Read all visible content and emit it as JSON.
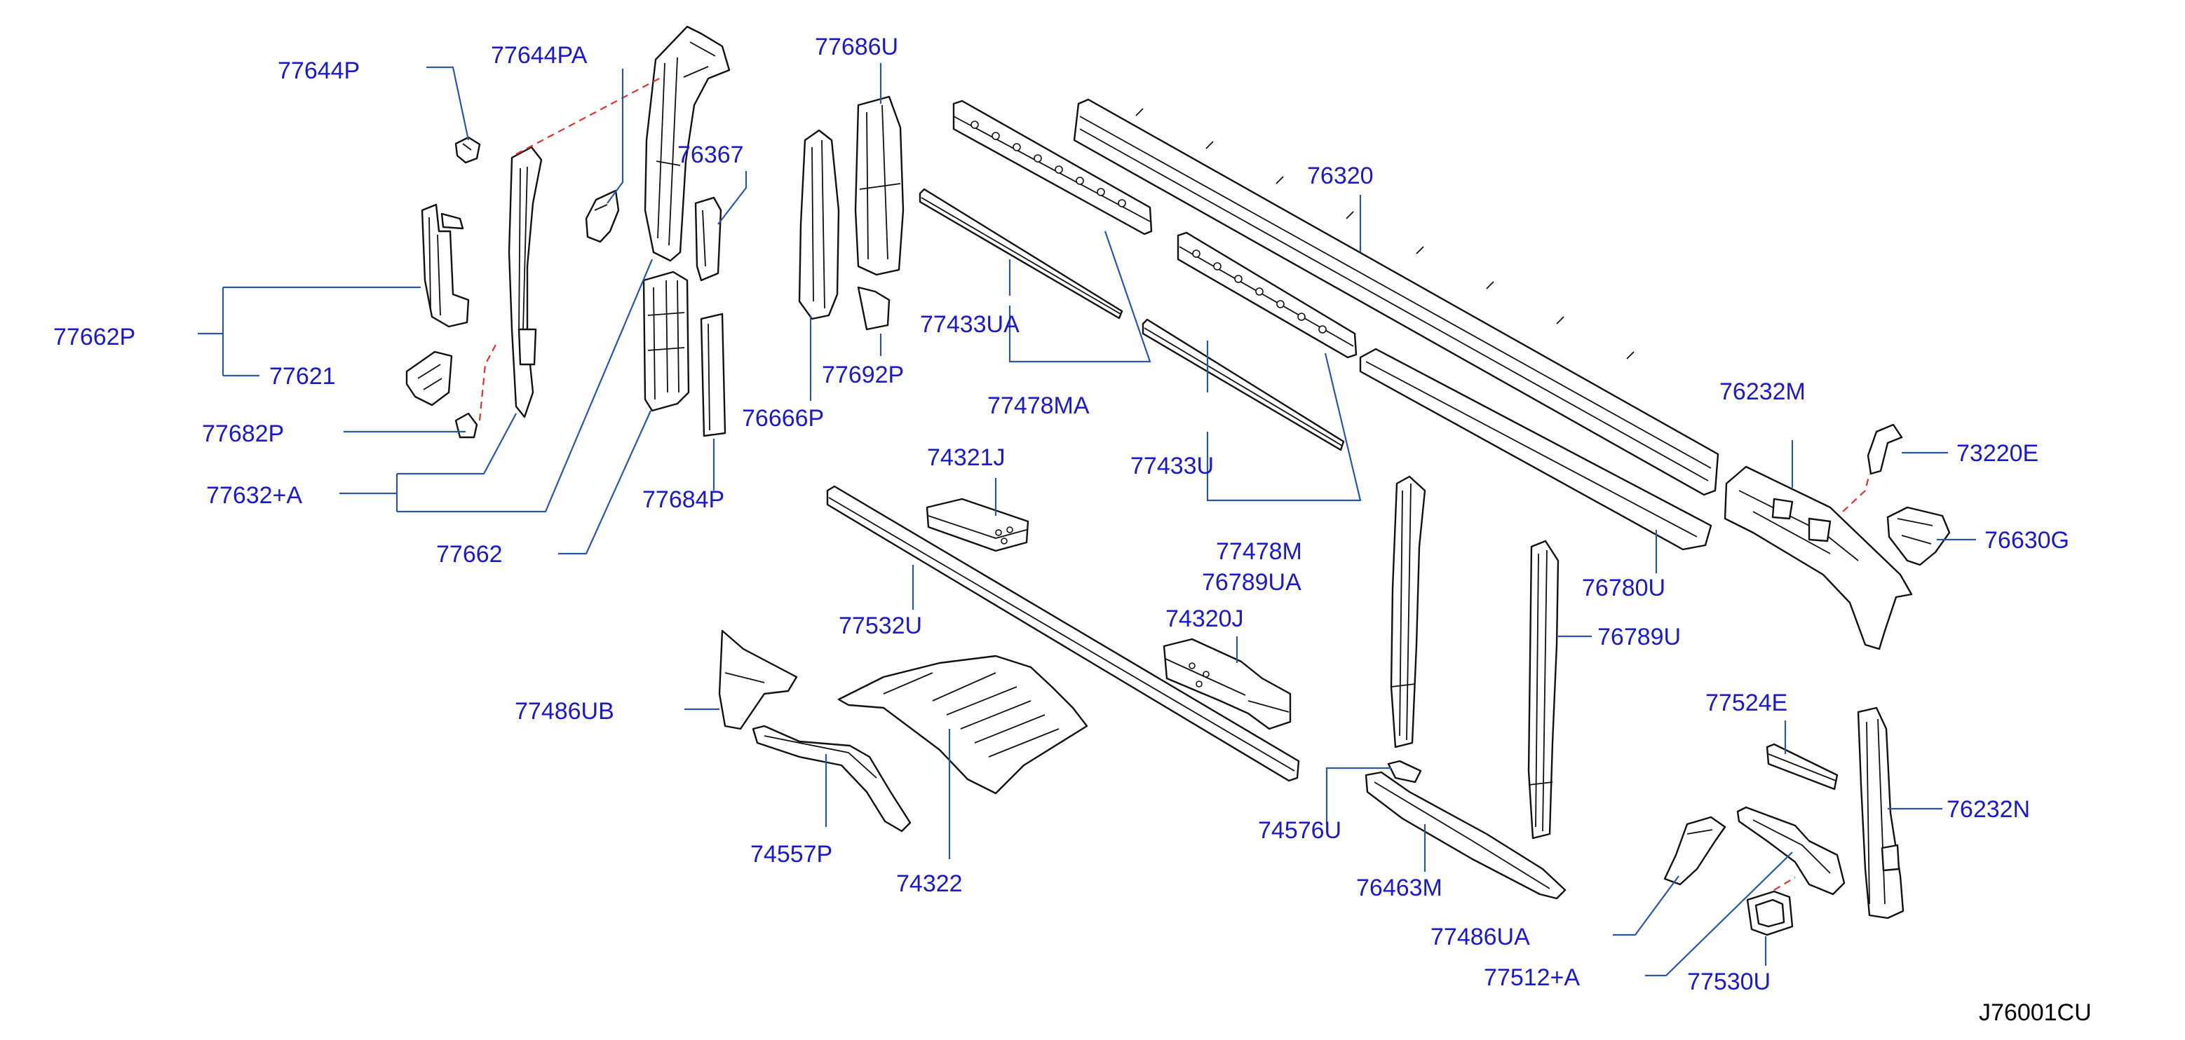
{
  "colors": {
    "label": "#1a1ac8",
    "leader": "#2a55a8",
    "part_outline": "#111111",
    "dashed_link": "#e03030"
  },
  "diagram_code": "J76001CU",
  "labels": {
    "p77644P": "77644P",
    "p77644PA": "77644PA",
    "p77686U": "77686U",
    "p76367": "76367",
    "p76320": "76320",
    "p77662P": "77662P",
    "p77621": "77621",
    "p77682P": "77682P",
    "p77632A": "77632+A",
    "p77662": "77662",
    "p77684P": "77684P",
    "p76666P": "76666P",
    "p77692P": "77692P",
    "p77433UA": "77433UA",
    "p77478MA": "77478MA",
    "p77433U": "77433U",
    "p77478M": "77478M",
    "p76789UA": "76789UA",
    "p76232M": "76232M",
    "p73220E": "73220E",
    "p76630G": "76630G",
    "p76780U": "76780U",
    "p74321J": "74321J",
    "p77532U": "77532U",
    "p74320J": "74320J",
    "p76789U": "76789U",
    "p77486UB": "77486UB",
    "p74557P": "74557P",
    "p74322": "74322",
    "p74576U": "74576U",
    "p76463M": "76463M",
    "p77524E": "77524E",
    "p76232N": "76232N",
    "p77486UA": "77486UA",
    "p77512A": "77512+A",
    "p77530U": "77530U"
  }
}
